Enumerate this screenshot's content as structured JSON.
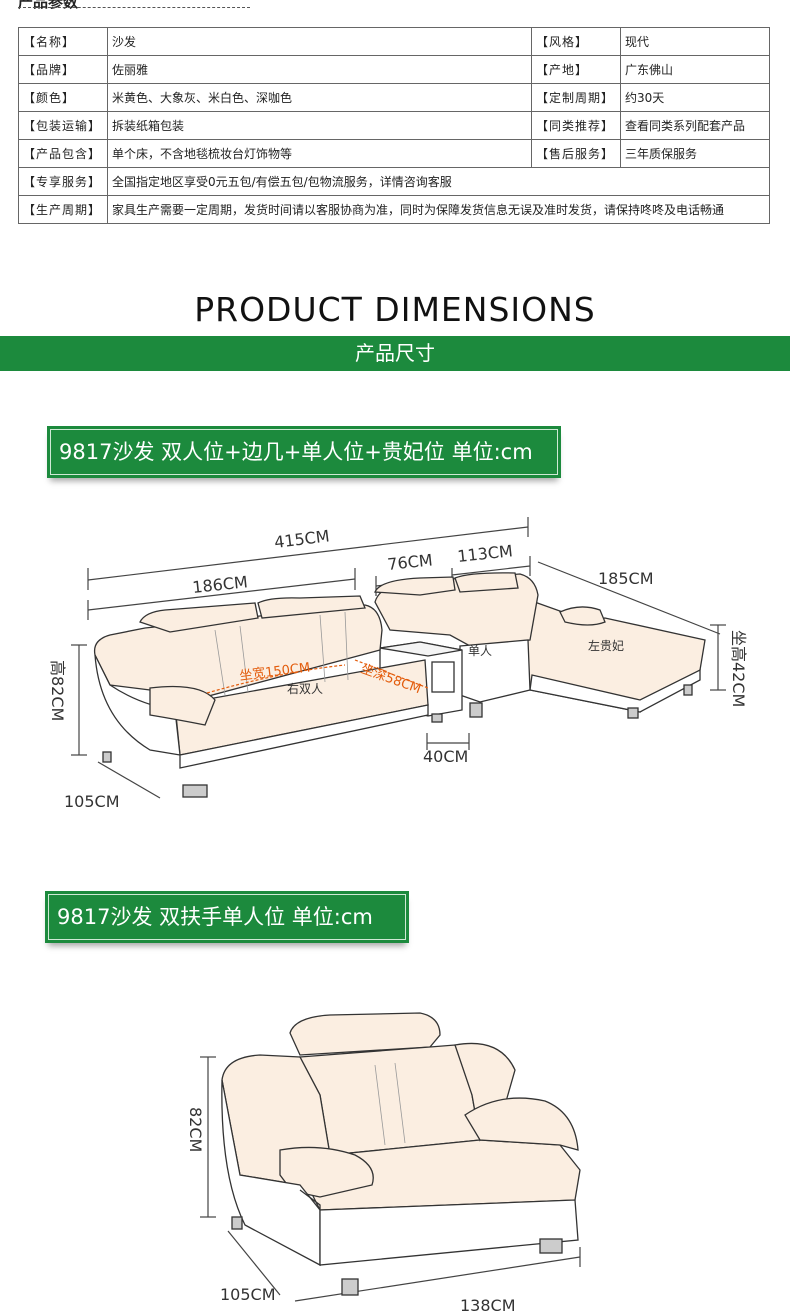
{
  "header": {
    "title": "产品参数"
  },
  "params": [
    {
      "k1": "【名称】",
      "v1": "沙发",
      "k2": "【风格】",
      "v2": "现代"
    },
    {
      "k1": "【品牌】",
      "v1": "佐丽雅",
      "k2": "【产地】",
      "v2": "广东佛山"
    },
    {
      "k1": "【颜色】",
      "v1": "米黄色、大象灰、米白色、深咖色",
      "k2": "【定制周期】",
      "v2": "约30天"
    },
    {
      "k1": "【包装运输】",
      "v1": "拆装纸箱包装",
      "k2": "【同类推荐】",
      "v2": "查看同类系列配套产品"
    },
    {
      "k1": "【产品包含】",
      "v1": "单个床，不含地毯梳妆台灯饰物等",
      "k2": "【售后服务】",
      "v2": "三年质保服务"
    },
    {
      "k1": "【专享服务】",
      "v1": "全国指定地区享受0元五包/有偿五包/包物流服务，详情咨询客服"
    },
    {
      "k1": "【生产周期】",
      "v1": "家具生产需要一定周期，发货时间请以客服协商为准，同时为保障发货信息无误及准时发货，请保持咚咚及电话畅通"
    }
  ],
  "dimensions": {
    "heading_en": "PRODUCT DIMENSIONS",
    "heading_cn": "产品尺寸"
  },
  "set1": {
    "label": "9817沙发 双人位+边几+单人位+贵妃位 单位:cm",
    "total_width": "415CM",
    "sofa2_width": "186CM",
    "table_width": "76CM",
    "single_width": "113CM",
    "chaise_length": "185CM",
    "height": "高82CM",
    "depth": "105CM",
    "seat_height": "坐高42CM",
    "table_depth": "40CM",
    "seat_width": "坐宽150CM",
    "seat_depth": "坐深58CM",
    "part_right_double": "右双人",
    "part_single": "单人",
    "part_chaise": "左贵妃"
  },
  "set2": {
    "label": "9817沙发 双扶手单人位 单位:cm",
    "height": "82CM",
    "depth": "105CM",
    "width": "138CM"
  },
  "colors": {
    "green": "#1c8a3d",
    "sofa": "#fbeee1",
    "accent": "#e35c0c"
  }
}
